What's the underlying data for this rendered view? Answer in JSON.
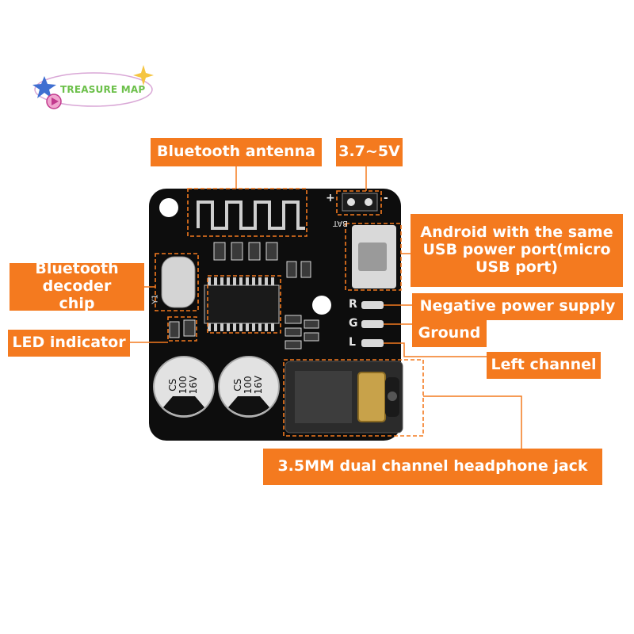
{
  "logo": {
    "text": "TREASURE MAP"
  },
  "labels": {
    "bluetooth_antenna": "Bluetooth antenna",
    "voltage": "3.7~5V",
    "usb_port": "Android with the same USB power port(micro USB port)",
    "decoder_chip": "Bluetooth decoder chip",
    "led_indicator": "LED indicator",
    "negative_power": "Negative power supply",
    "ground": "Ground",
    "left_channel": "Left channel",
    "headphone_jack": "3.5MM dual channel headphone jack"
  },
  "board": {
    "bat_label": "BAT",
    "plus": "+",
    "minus": "-",
    "pins": [
      "R",
      "G",
      "L"
    ],
    "cap1": [
      "CS",
      "100",
      "16V"
    ],
    "cap2": [
      "CS",
      "100",
      "16V"
    ],
    "chip_label": "Y1"
  },
  "colors": {
    "accent": "#f47a1f",
    "pcb": "#0d0d0d"
  }
}
